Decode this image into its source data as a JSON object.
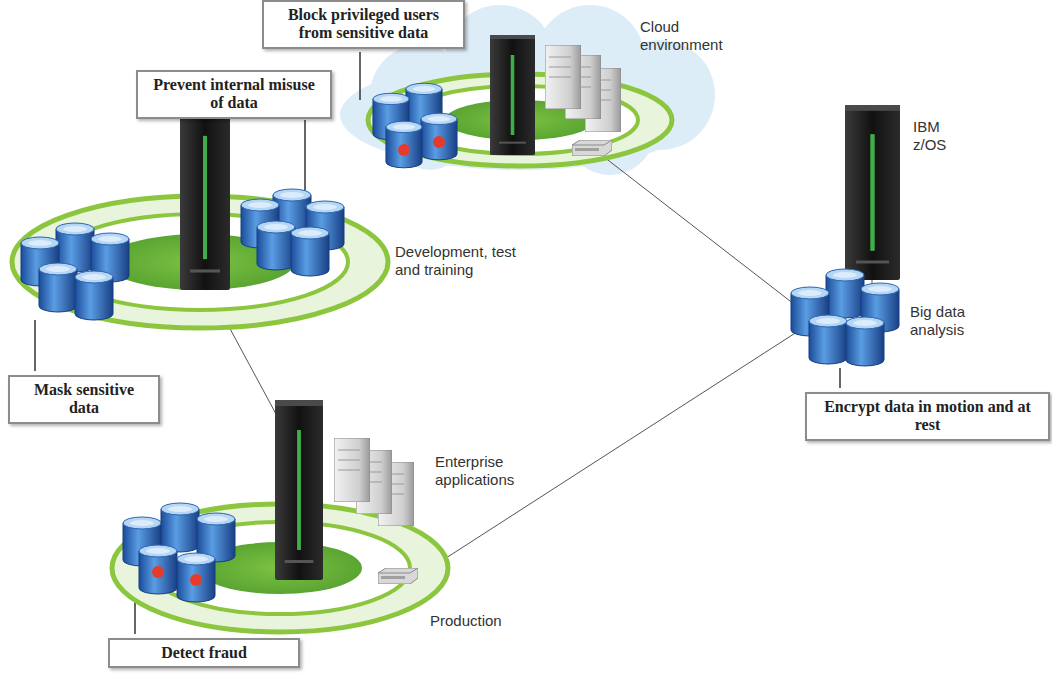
{
  "diagram": {
    "nodes": [
      {
        "text": [
          "Block privileged users from sensitive data"
        ]
      },
      {
        "text": [
          "Prevent internal misuse of data"
        ]
      },
      {
        "text": [
          "Mask sensitive data"
        ]
      },
      {
        "text": [
          "Encrypt data in motion and at rest"
        ]
      },
      {
        "text": [
          "Detect fraud"
        ]
      }
    ],
    "labels": [
      "Cloud environment",
      "IBM z/OS",
      "Development, test and training",
      "Enterprise applications",
      "Big data analysis",
      "Production"
    ]
  }
}
